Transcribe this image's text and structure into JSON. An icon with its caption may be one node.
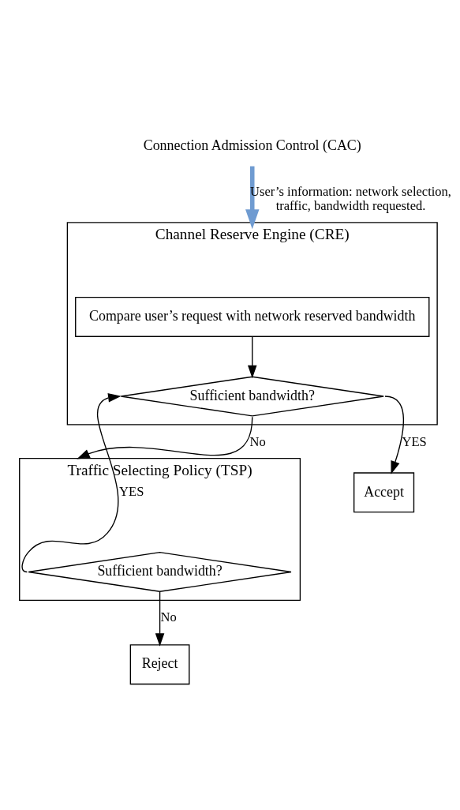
{
  "diagram": {
    "nodes": [
      {
        "text": [
          "Connection Admission Control (CAC)"
        ]
      },
      {
        "text": [
          "Channel Reserve Engine (CRE)"
        ]
      },
      {
        "text": [
          "Compare user’s request with network reserved bandwidth"
        ],
        "in": 1
      },
      {
        "text": [
          "Sufficient bandwidth?"
        ],
        "in": 1
      },
      {
        "text": [
          "Traffic Selecting Policy (TSP)"
        ]
      },
      {
        "text": [
          "Sufficient bandwidth?"
        ],
        "in": 4
      },
      {
        "text": [
          "Reject"
        ]
      },
      {
        "text": [
          "Accept"
        ]
      }
    ],
    "edges": [
      {
        "from": 0,
        "to": 1,
        "arrow": "to",
        "label": "User’s information: network selection, traffic, bandwidth requested.",
        "style": "thick",
        "color": "#6f9bd1"
      },
      {
        "from": 2,
        "to": 3,
        "arrow": "to"
      },
      {
        "from": 3,
        "to": 7,
        "arrow": "to",
        "label": "YES"
      },
      {
        "from": 3,
        "to": 4,
        "arrow": "to",
        "label": "No"
      },
      {
        "from": 5,
        "to": 3,
        "arrow": "to",
        "label": "YES"
      },
      {
        "from": 5,
        "to": 6,
        "arrow": "to",
        "label": "No"
      }
    ]
  }
}
